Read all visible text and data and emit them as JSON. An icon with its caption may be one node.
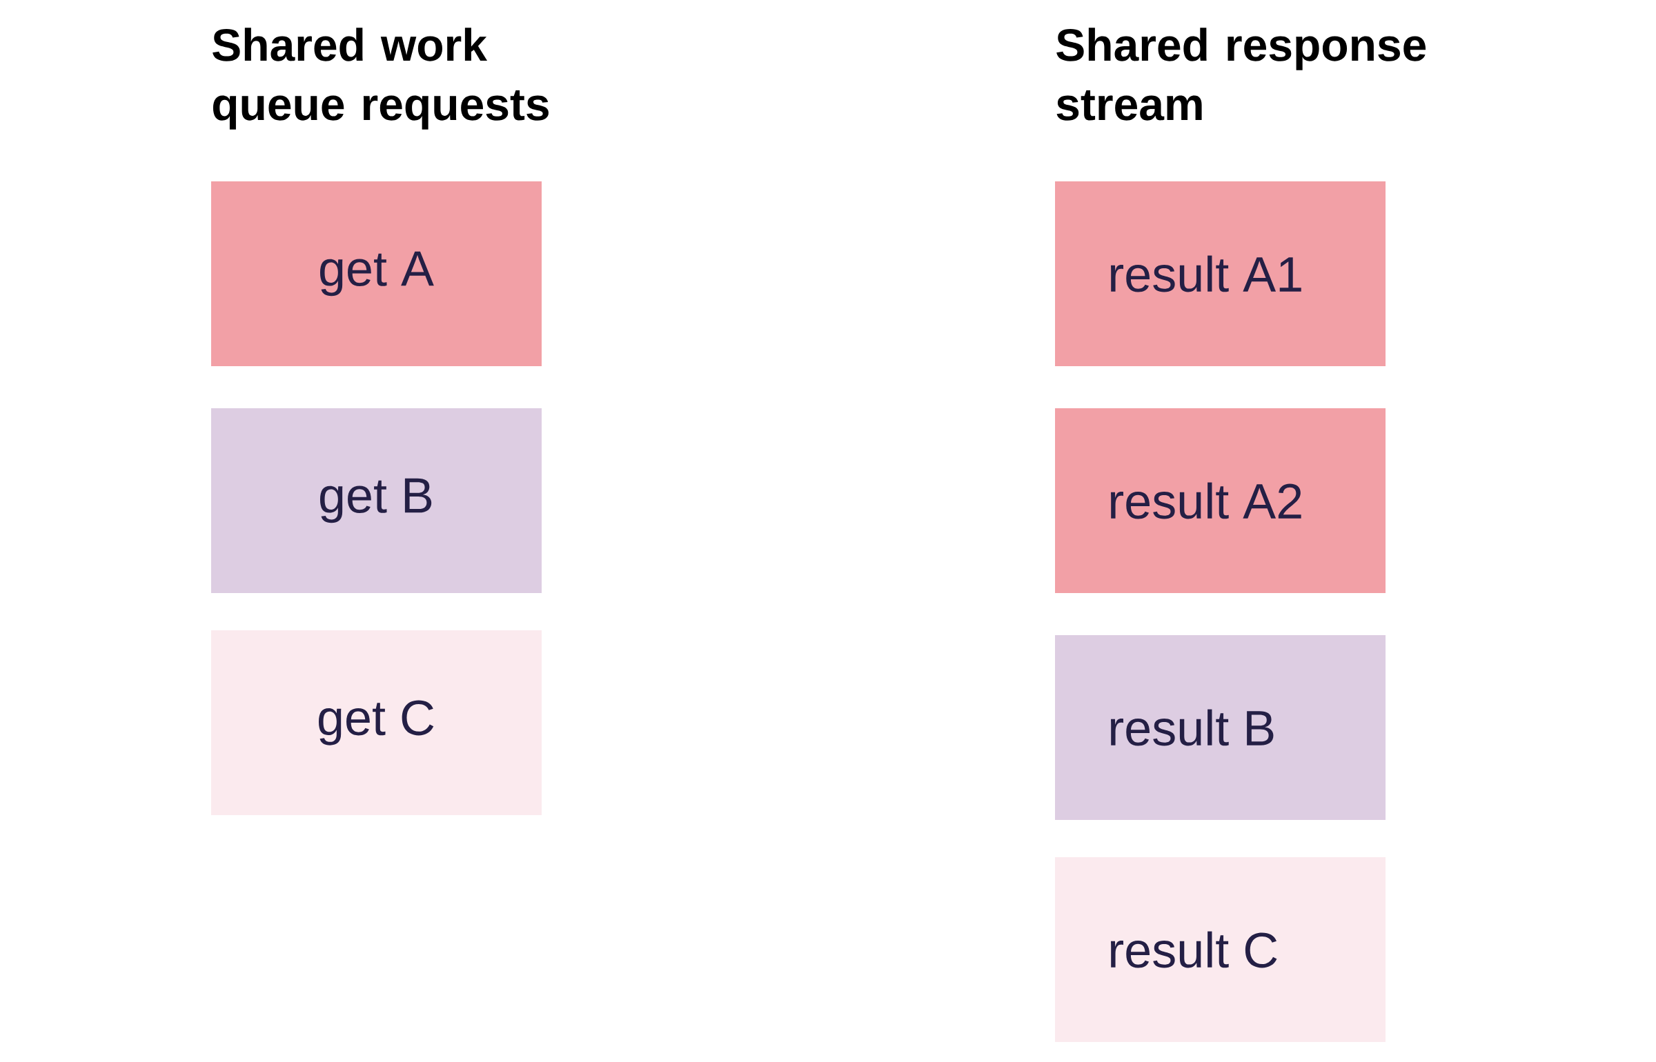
{
  "diagram": {
    "nodes": [
      {
        "text": [
          "get A"
        ]
      },
      {
        "text": [
          "get B"
        ]
      },
      {
        "text": [
          "get C"
        ]
      },
      {
        "text": [
          "result A1"
        ]
      },
      {
        "text": [
          "result A2"
        ]
      },
      {
        "text": [
          "result B"
        ]
      },
      {
        "text": [
          "result C"
        ]
      }
    ],
    "labels": [
      "Shared work queue requests",
      "Shared response stream"
    ]
  }
}
